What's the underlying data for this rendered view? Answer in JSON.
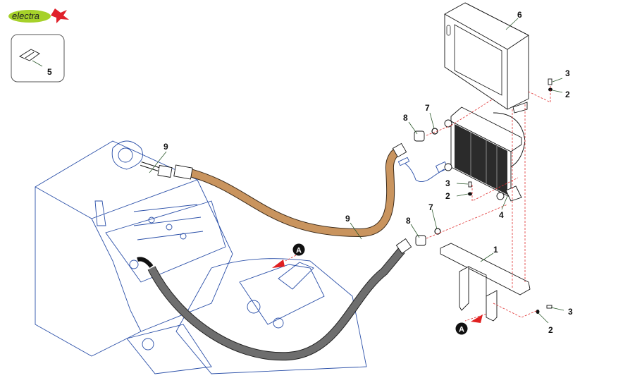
{
  "brand": {
    "logo_text": "electra",
    "logo_bg": "#a6d12a",
    "logo_accent": "#e0202a"
  },
  "colors": {
    "structure_lines": "#2a4fa8",
    "callout_leader": "#2d5a2d",
    "assembly_path": "#e03030",
    "return_hose": "#6e6e6e",
    "supply_hose": "#c9945e"
  },
  "inset": {
    "part_number": "5"
  },
  "callouts": [
    {
      "id": "c6",
      "label": "6",
      "part": "cooler cover"
    },
    {
      "id": "c3a",
      "label": "3",
      "part": "screw"
    },
    {
      "id": "c2a",
      "label": "2",
      "part": "washer"
    },
    {
      "id": "c8a",
      "label": "8",
      "part": "adapter"
    },
    {
      "id": "c7a",
      "label": "7",
      "part": "o-ring"
    },
    {
      "id": "c9a",
      "label": "9",
      "part": "hose"
    },
    {
      "id": "c3b",
      "label": "3",
      "part": "screw"
    },
    {
      "id": "c2b",
      "label": "2",
      "part": "washer"
    },
    {
      "id": "c4",
      "label": "4",
      "part": "oil cooler"
    },
    {
      "id": "c7b",
      "label": "7",
      "part": "o-ring"
    },
    {
      "id": "c8b",
      "label": "8",
      "part": "adapter"
    },
    {
      "id": "c9b",
      "label": "9",
      "part": "hose"
    },
    {
      "id": "c1",
      "label": "1",
      "part": "mounting bracket"
    },
    {
      "id": "c3c",
      "label": "3",
      "part": "screw"
    },
    {
      "id": "c2c",
      "label": "2",
      "part": "washer"
    }
  ],
  "markers": [
    {
      "id": "mA1",
      "label": "A"
    },
    {
      "id": "mA2",
      "label": "A"
    }
  ]
}
